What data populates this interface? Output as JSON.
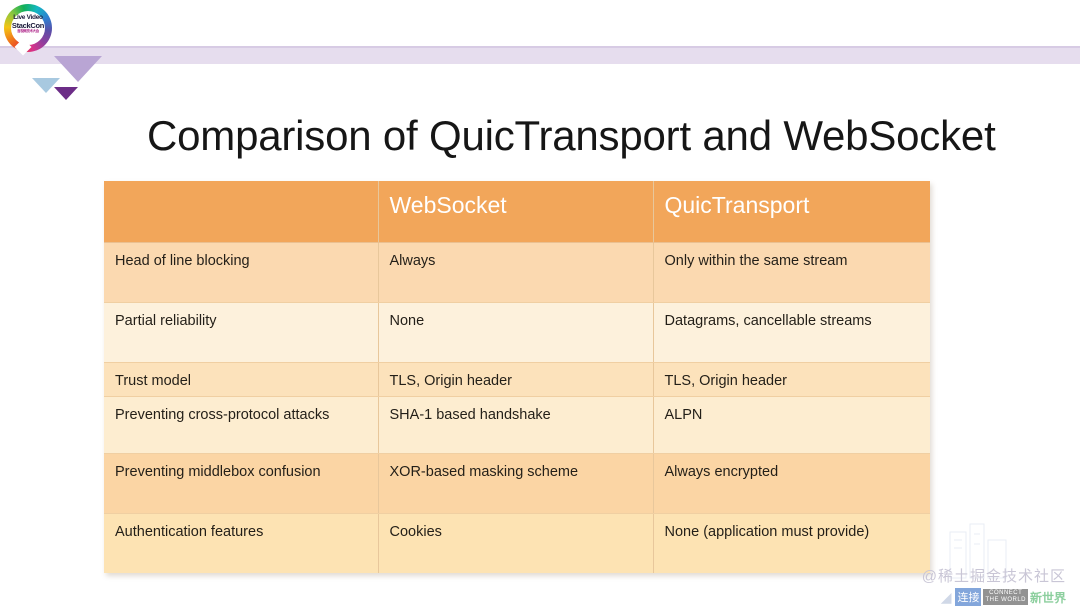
{
  "slide": {
    "title": "Comparison of QuicTransport and WebSocket",
    "background_color": "#ffffff",
    "band_color": "#e6ddee",
    "accent_color": "#f2a65a"
  },
  "logo": {
    "name": "LiveVideoStackCon",
    "line1": "Live Video",
    "line2": "StackCon",
    "line3": "音视频技术大会"
  },
  "decor": {
    "triangle_large_color": "#b9a5d4",
    "triangle_blue_color": "#a8c9e0",
    "triangle_purple_color": "#6c2d87"
  },
  "table": {
    "headers": [
      "",
      "WebSocket",
      "QuicTransport"
    ],
    "rows": [
      {
        "feature": "Head of line blocking",
        "websocket": "Always",
        "quictransport": "Only within the same stream"
      },
      {
        "feature": "Partial reliability",
        "websocket": "None",
        "quictransport": "Datagrams, cancellable streams"
      },
      {
        "feature": "Trust model",
        "websocket": "TLS, Origin header",
        "quictransport": "TLS, Origin header"
      },
      {
        "feature": "Preventing cross-protocol attacks",
        "websocket": "SHA-1 based handshake",
        "quictransport": "ALPN"
      },
      {
        "feature": "Preventing middlebox confusion",
        "websocket": "XOR-based masking scheme",
        "quictransport": "Always encrypted"
      },
      {
        "feature": "Authentication features",
        "websocket": "Cookies",
        "quictransport": "None (application must provide)"
      }
    ]
  },
  "watermark": {
    "handle": "@稀土掘金技术社区",
    "logo_blue": "连接",
    "logo_connect_top": "CONNECT",
    "logo_connect_bottom": "THE WORLD",
    "logo_green": "新世界"
  }
}
